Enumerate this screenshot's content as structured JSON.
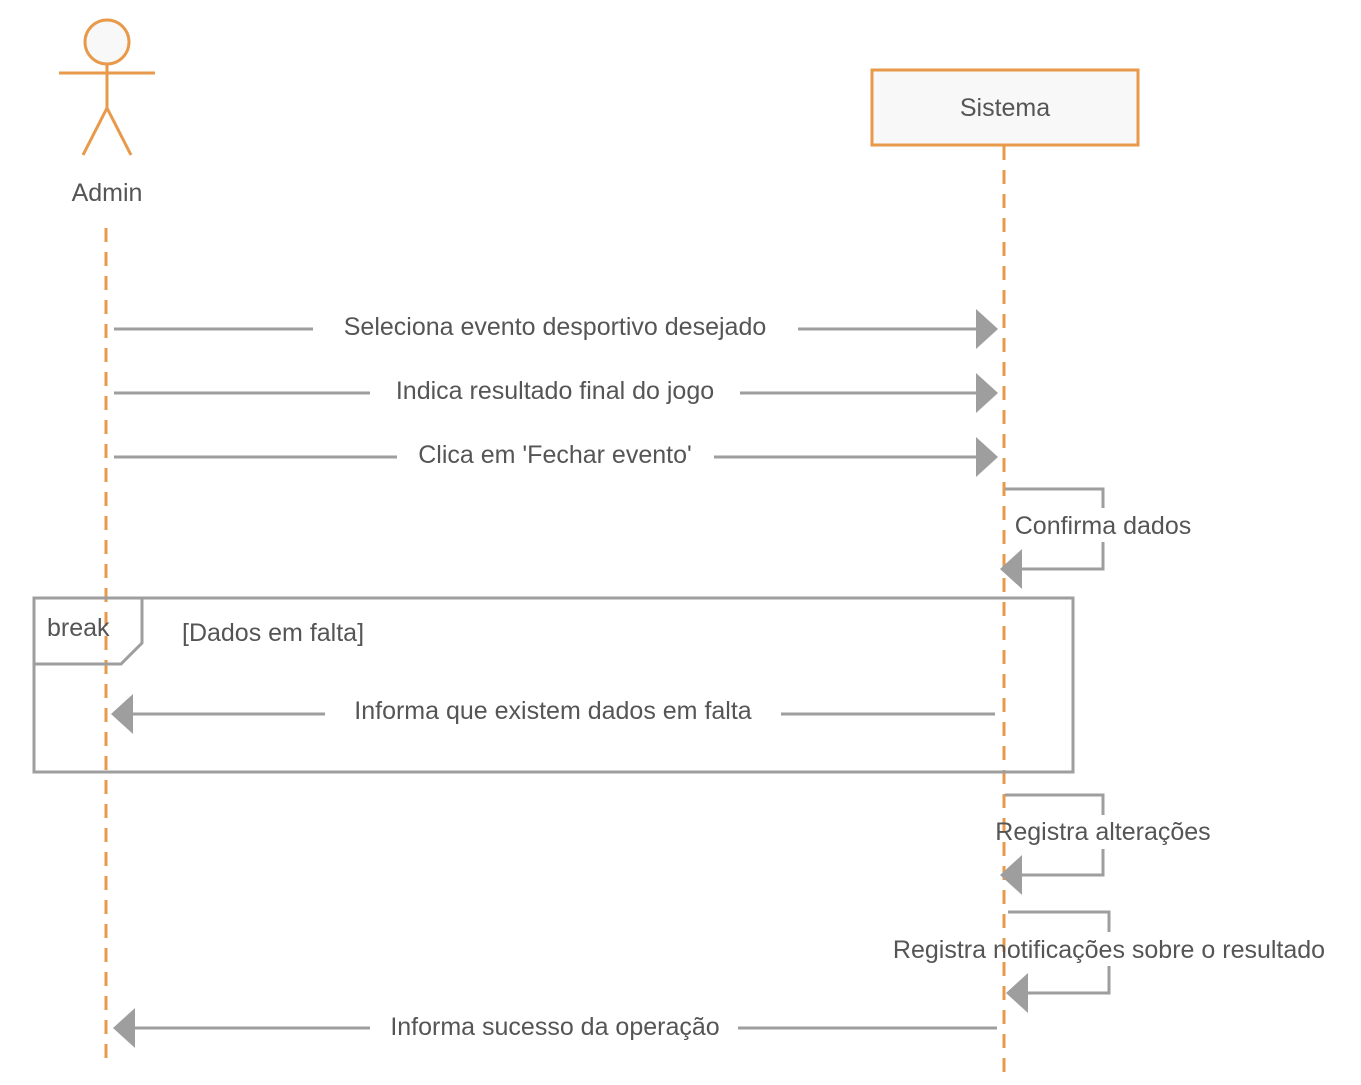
{
  "colors": {
    "lifeline": "#E8994A",
    "participant_fill": "#F8F8F8",
    "message": "#9E9E9E",
    "text": "#555555",
    "fragment": "#9E9E9E"
  },
  "participants": [
    {
      "id": "admin",
      "kind": "actor",
      "label": "Admin"
    },
    {
      "id": "sistema",
      "kind": "box",
      "label": "Sistema"
    }
  ],
  "fragment": {
    "operator": "break",
    "guard": "[Dados em falta]"
  },
  "messages": [
    {
      "from": "admin",
      "to": "sistema",
      "label": "Seleciona evento desportivo desejado"
    },
    {
      "from": "admin",
      "to": "sistema",
      "label": "Indica resultado final do jogo"
    },
    {
      "from": "admin",
      "to": "sistema",
      "label": "Clica em 'Fechar evento'"
    },
    {
      "from": "sistema",
      "to": "sistema",
      "label": "Confirma dados"
    },
    {
      "from": "sistema",
      "to": "admin",
      "label": "Informa que existem dados em falta"
    },
    {
      "from": "sistema",
      "to": "sistema",
      "label": "Registra alterações"
    },
    {
      "from": "sistema",
      "to": "sistema",
      "label": "Registra notificações sobre o resultado"
    },
    {
      "from": "sistema",
      "to": "admin",
      "label": "Informa sucesso da operação"
    }
  ]
}
